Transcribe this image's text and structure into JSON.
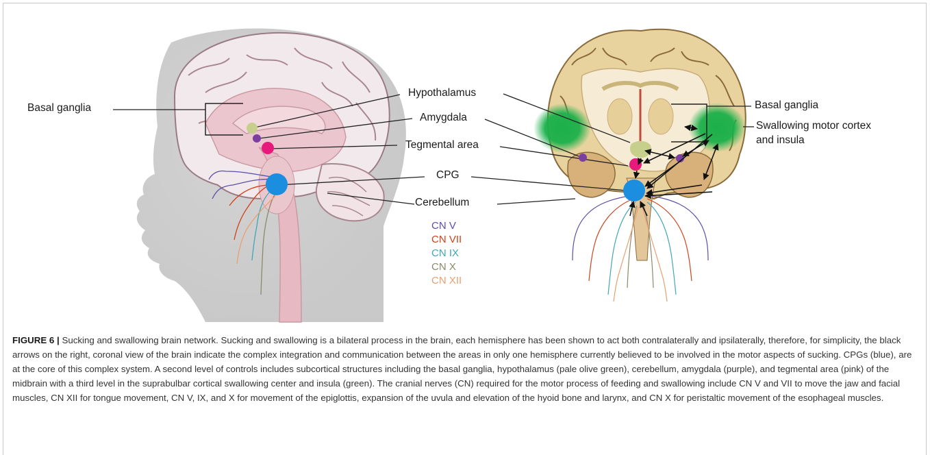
{
  "figure": {
    "labels": {
      "basal_ganglia_left": "Basal ganglia",
      "hypothalamus": "Hypothalamus",
      "amygdala": "Amygdala",
      "tegmental_area": "Tegmental area",
      "cpg": "CPG",
      "cerebellum": "Cerebellum",
      "basal_ganglia_right": "Basal ganglia",
      "swallowing_cortex_line1": "Swallowing motor cortex",
      "swallowing_cortex_line2": "and insula"
    },
    "cranial_nerve_legend": [
      {
        "label": "CN V",
        "color": "#5b4fa8"
      },
      {
        "label": "CN VII",
        "color": "#d0421b"
      },
      {
        "label": "CN IX",
        "color": "#3fa7b8"
      },
      {
        "label": "CN X",
        "color": "#8a8a6a"
      },
      {
        "label": "CN XII",
        "color": "#e9a070"
      }
    ],
    "structure_colors": {
      "hypothalamus": "#c7cf8d",
      "amygdala": "#7b3fa0",
      "tegmental_area": "#e8197c",
      "cpg": "#1b8ee0",
      "cortex_insula": "#1bb04a"
    }
  },
  "caption": {
    "label": "FIGURE 6 |",
    "text": "Sucking and swallowing brain network. Sucking and swallowing is a bilateral process in the brain, each hemisphere has been shown to act both contralaterally and ipsilaterally, therefore, for simplicity, the black arrows on the right, coronal view of the brain indicate the complex integration and communication between the areas in only one hemisphere currently believed to be involved in the motor aspects of sucking. CPGs (blue), are at the core of this complex system. A second level of controls includes subcortical structures including the basal ganglia, hypothalamus (pale olive green), cerebellum, amygdala (purple), and tegmental area (pink) of the midbrain with a third level in the suprabulbar cortical swallowing center and insula (green). The cranial nerves (CN) required for the motor process of feeding and swallowing include CN V and VII to move the jaw and facial muscles, CN XII for tongue movement, CN V, IX, and X for movement of the epiglottis, expansion of the uvula and elevation of the hyoid bone and larynx, and CN X for peristaltic movement of the esophageal muscles."
  }
}
